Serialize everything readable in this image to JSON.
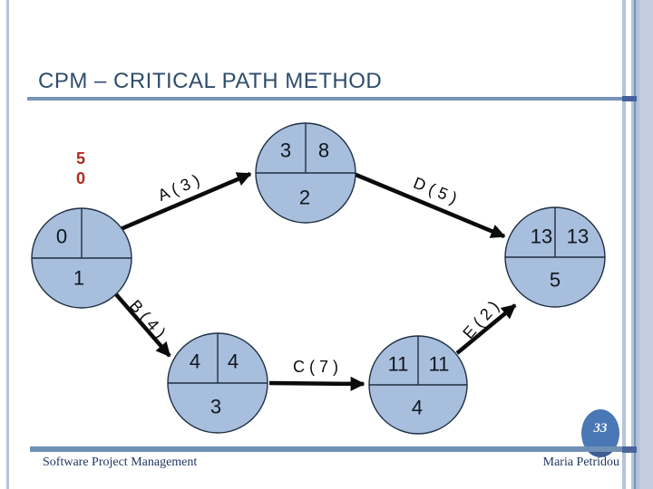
{
  "slide": {
    "title": "CPM – CRITICAL PATH METHOD",
    "page_number": "33",
    "footer_left": "Software Project Management",
    "footer_right": "Maria Petridou"
  },
  "annotation": {
    "line1": "5",
    "line2": "0"
  },
  "diagram": {
    "type": "activity-on-arrow network",
    "nodes": [
      {
        "id": "1",
        "early": "0",
        "late": "",
        "label": "1"
      },
      {
        "id": "2",
        "early": "3",
        "late": "8",
        "label": "2"
      },
      {
        "id": "3",
        "early": "4",
        "late": "4",
        "label": "3"
      },
      {
        "id": "4",
        "early": "11",
        "late": "11",
        "label": "4"
      },
      {
        "id": "5",
        "early": "13",
        "late": "13",
        "label": "5"
      }
    ],
    "edges": [
      {
        "name": "A",
        "duration": 3,
        "label": "A ( 3 )",
        "from": "1",
        "to": "2"
      },
      {
        "name": "B",
        "duration": 4,
        "label": "B ( 4 )",
        "from": "1",
        "to": "3"
      },
      {
        "name": "C",
        "duration": 7,
        "label": "C ( 7 )",
        "from": "3",
        "to": "4"
      },
      {
        "name": "D",
        "duration": 5,
        "label": "D ( 5 )",
        "from": "2",
        "to": "5"
      },
      {
        "name": "E",
        "duration": 2,
        "label": "E ( 2 )",
        "from": "4",
        "to": "5"
      }
    ]
  },
  "colors": {
    "title": "#2e4d6c",
    "node_fill": "#a7bedd",
    "node_stroke": "#1e2f42",
    "arrow": "#0b0b0b",
    "annotation_red": "#b32b20",
    "accent_bar": "#7090b4",
    "accent_bar_dark": "#4a659b",
    "badge": "#4a77b5",
    "frame_stripe": "#b6c5db",
    "footer_text": "#203763"
  }
}
